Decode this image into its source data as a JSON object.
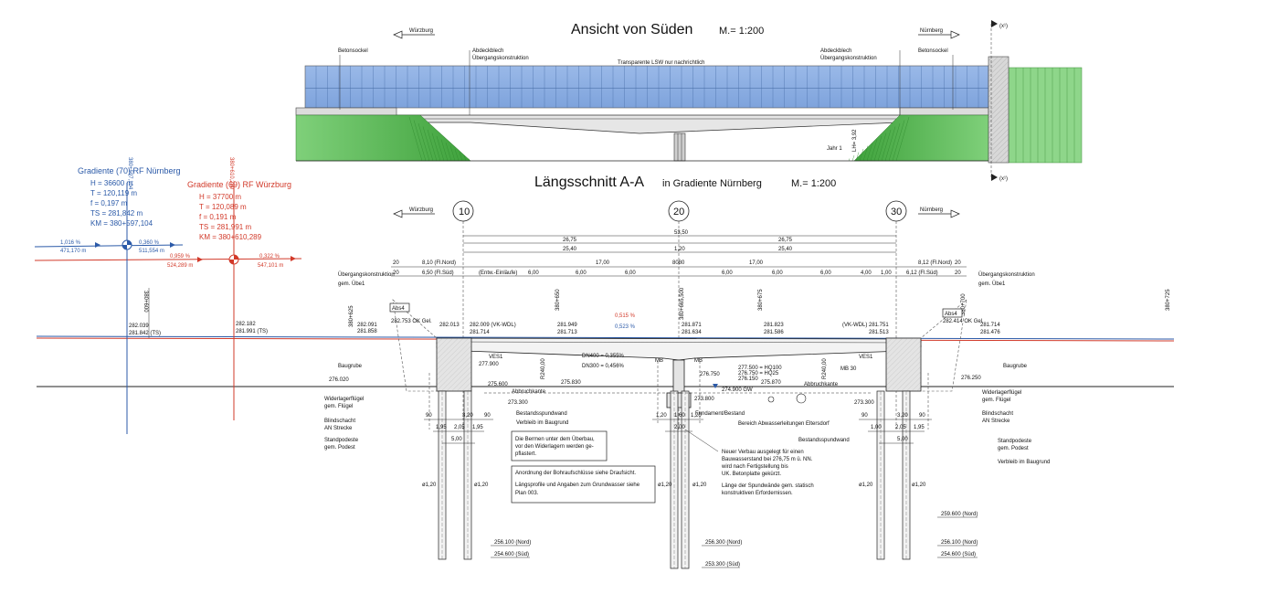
{
  "elevation": {
    "title": "Ansicht von Süden",
    "scale": "M.= 1:200",
    "dir_left": "Würzburg",
    "dir_right": "Nürnberg",
    "label_sockel_left": "Betonsockel",
    "label_sockel_right": "Betonsockel",
    "label_abdeck_left_1": "Abdeckblech",
    "label_abdeck_left_2": "Übergangskonstruktion",
    "label_abdeck_right_1": "Abdeckblech",
    "label_abdeck_right_2": "Übergangskonstruktion",
    "label_lsw": "Transparente LSW nur nachrichtlich",
    "label_jahr": "Jahr 1",
    "label_height": "LH= 3,92",
    "section_mark_top": "(x¹)",
    "section_mark_bottom": "(x¹)"
  },
  "section": {
    "title": "Längsschnitt  A-A",
    "subtitle": "in Gradiente Nürnberg",
    "scale": "M.= 1:200",
    "dir_left": "Würzburg",
    "dir_right": "Nürnberg",
    "axes": [
      "10",
      "20",
      "30"
    ],
    "dims_row1": [
      "26,75",
      "53,50",
      "26,75"
    ],
    "dims_row2": [
      "25,40",
      "1,20",
      "25,40"
    ],
    "dims_row3": [
      "20",
      "8,10 (Fl.Nord)",
      "17,00",
      "8080",
      "17,00",
      "8,12 (Fl.Nord)",
      "20"
    ],
    "dims_row4": [
      "20",
      "6,50 (Fl.Süd)",
      "(Entw.-Einläufe)",
      "6,00",
      "6,00",
      "6,00",
      "6,00",
      "6,00",
      "6,00",
      "4,00",
      "1,00",
      "6,12 (Fl.Süd)",
      "20"
    ],
    "stations_vertical": [
      "380+625",
      "380+650",
      "380+665,500",
      "380+675",
      "380+700",
      "380+725"
    ],
    "left_labels": [
      "Übergangskonstruktion",
      "gem. Übe1",
      "Abs4",
      "Baugrube",
      "276.020",
      "Widerlagerflügel",
      "gem. Flügel",
      "Blindschacht",
      "AN Strecke",
      "Standpodeste",
      "gem. Podest"
    ],
    "right_labels": [
      "Übergangskonstruktion",
      "gem. Übe1",
      "Abs4",
      "Baugrube",
      "276.250",
      "Widerlagerflügel",
      "gem. Flügel",
      "Blindschacht",
      "AN Strecke",
      "Standpodeste",
      "gem. Podest",
      "Verbleib im Baugrund"
    ],
    "deck_levels_left": [
      "282.091",
      "281.858",
      "282.753 OK Gel.",
      "282.013",
      "282.009 (VK-WDL)",
      "281.714"
    ],
    "deck_levels_mid": [
      "281.949",
      "281.713",
      "281.871",
      "281.634",
      "281.823",
      "281.586"
    ],
    "deck_levels_right": [
      "(VK-WDL) 281.751",
      "281.513",
      "282.414 OK Gel.",
      "281.714",
      "281.476"
    ],
    "slopes_mid": [
      "0,515 %",
      "0,523 %"
    ],
    "founding": [
      "277.900",
      "275.600",
      "275.830",
      "273.300",
      "273.800",
      "276.750",
      "276.150",
      "275.870",
      "274.900 GW",
      "277.500 = HQ100",
      "276.750 = HQ25",
      "273.300"
    ],
    "pipes": [
      "DN400 = 0,355%",
      "DN300 = 0,456%"
    ],
    "notes_mid": [
      "Abbruchkante",
      "Bestandsspundwand",
      "Verbleib im Baugrund",
      "Fundament/Bestand",
      "Abbruchkante",
      "Bestandsspundwand"
    ],
    "labels_misc": [
      "VES1",
      "MB",
      "MB",
      "MB 30",
      "VES1",
      "R240,00",
      "R240,00",
      "Bereich Abwasserleitungen Eltersdorf"
    ],
    "pile_diameters": [
      "ø1,20",
      "ø1,20",
      "ø1,20",
      "ø1,20",
      "ø1,20",
      "ø1,20"
    ],
    "pile_tips_left": [
      "256.100 (Nord)",
      "254.600 (Süd)"
    ],
    "pile_tips_mid": [
      "256.300 (Nord)",
      "253.300 (Süd)"
    ],
    "pile_tips_right": [
      "259.600 (Nord)",
      "256.100 (Nord)",
      "254.600 (Süd)"
    ],
    "pile_dims_left": [
      "90",
      "3,20",
      "90",
      "1,95",
      "2,05",
      "1,95",
      "5,00"
    ],
    "pile_dims_mid": [
      "1,20",
      "1,60",
      "1,20",
      "2,00"
    ],
    "pile_dims_right": [
      "90",
      "3,20",
      "90",
      "1,00",
      "2,05",
      "1,95",
      "5,00"
    ],
    "note_box1": [
      "Die Bermen unter dem Überbau,",
      "vor den Widerlagern werden ge-",
      "pflastert."
    ],
    "note_box2": [
      "Anordnung der Bohraufschlüsse siehe Draufsicht.",
      "Längsprofile und Angaben zum Grundwasser siehe",
      "Plan 003."
    ],
    "note_right": [
      "Neuer Verbau ausgelegt für einen",
      "Bauwasserstand bei 276,75 m ü. NN.",
      "wird nach Fertigstellung bis",
      "UK. Betonplatte gekürzt.",
      "Länge der Spundwände gem. statisch",
      "konstruktiven Erfordernissen."
    ]
  },
  "gradient_left": {
    "station_top_blue": "380+597,104",
    "station_top_red": "380+610,289",
    "blue_title": "Gradiente (70) RF Nürnberg",
    "blue_rows": [
      "H   =    36600 m",
      "T   =  120,119 m",
      "f    =     0,197 m",
      "TS  =  281,842 m",
      "KM =  380+597,104"
    ],
    "red_title": "Gradiente (69) RF Würzburg",
    "red_rows": [
      "H   =    37700 m",
      "T   =  120,089 m",
      "f    =     0,191 m",
      "TS  =  281,991 m",
      "KM =  380+610,289"
    ],
    "blue_slope1": "1,016 %",
    "blue_len1": "471,170 m",
    "blue_slope2": "0,360 %",
    "blue_len2": "511,554 m",
    "red_slope1": "0,959 %",
    "red_len1": "524,289 m",
    "red_slope2": "0,322 %",
    "red_len2": "547,101 m",
    "station_600": "380+600",
    "ts_blue_1": "282.039",
    "ts_blue_2": "281.842 (TS)",
    "ts_red_1": "282.182",
    "ts_red_2": "281.991 (TS)"
  },
  "colors": {
    "blue": "#2b5aa8",
    "red": "#d23a2a",
    "glass": "#8fb0e2",
    "green": "#6cc36a"
  }
}
